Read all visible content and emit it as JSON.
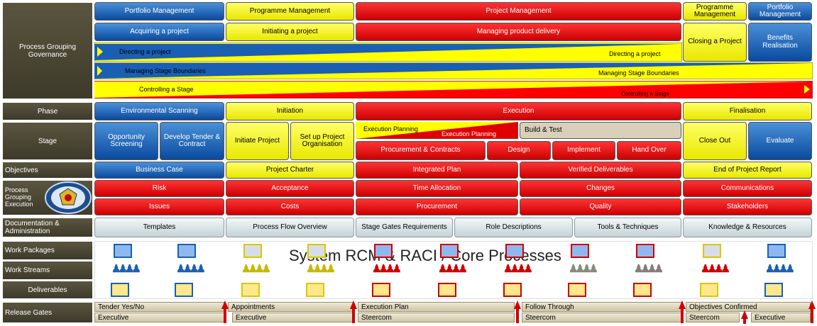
{
  "governance": {
    "label": "Process Grouping Governance",
    "top_row": [
      "Portfolio Management",
      "Programme Management",
      "Project Management",
      "Programme Management",
      "Portfolio Management"
    ],
    "second_row": [
      "Acquiring a project",
      "Initiating a project",
      "Managing product delivery",
      "Closing a Project",
      "Benefits Realisation"
    ],
    "directing_left": "Directing a project",
    "directing_right": "Directing a project",
    "boundaries_left": "Managing Stage Boundaries",
    "boundaries_right": "Managing Stage Boundaries",
    "controlling_left": "Controlling a Stage",
    "controlling_right": "Controlling a Stage"
  },
  "phase": {
    "label": "Phase",
    "items": [
      "Environmental Scanning",
      "Initiation",
      "Execution",
      "Finalisation"
    ]
  },
  "stage": {
    "label": "Stage",
    "items": [
      "Opportunity Screening",
      "Develop Tender & Contract",
      "Initiate Project",
      "Set up Project Organisation",
      "Execution Planning",
      "Execution Planning",
      "Build  & Test",
      "Procurement & Contracts",
      "Design",
      "Implement",
      "Hand Over",
      "Close Out",
      "Evaluate"
    ]
  },
  "objectives": {
    "label": "Objectives",
    "items": [
      "Business Case",
      "Project Charter",
      "Integrated Plan",
      "Verified Deliverables",
      "End of Project Report"
    ]
  },
  "execution": {
    "label": "Process Grouping Execution",
    "row1": [
      "Risk",
      "Acceptance",
      "Time Allocation",
      "Changes",
      "Communications"
    ],
    "row2": [
      "Issues",
      "Costs",
      "Procurement",
      "Quality",
      "Stakeholders"
    ]
  },
  "documentation": {
    "label": "Documentation & Administration",
    "items": [
      "Templates",
      "Process Flow Overview",
      "Stage Gates Requirements",
      "Role Descriptions",
      "Tools & Techniques",
      "Knowledge & Resources"
    ]
  },
  "work": {
    "packages_label": "Work Packages",
    "streams_label": "Work Streams",
    "deliverables_label": "Deliverables",
    "watermark": "System RCM & RACI / Core Processes"
  },
  "gates": {
    "label": "Release Gates",
    "top": [
      "Tender Yes/No",
      "Appointments",
      "Execution Plan",
      "Follow Through",
      "Objectives Confirmed"
    ],
    "bottom": [
      "Executive",
      "Executive",
      "Steercom",
      "Steercom",
      "Steercom",
      "Executive"
    ]
  },
  "colors": {
    "blue": "#0a4a9e",
    "yellow": "#ffff00",
    "red": "#e00000",
    "label_bg": "#4a4633"
  }
}
